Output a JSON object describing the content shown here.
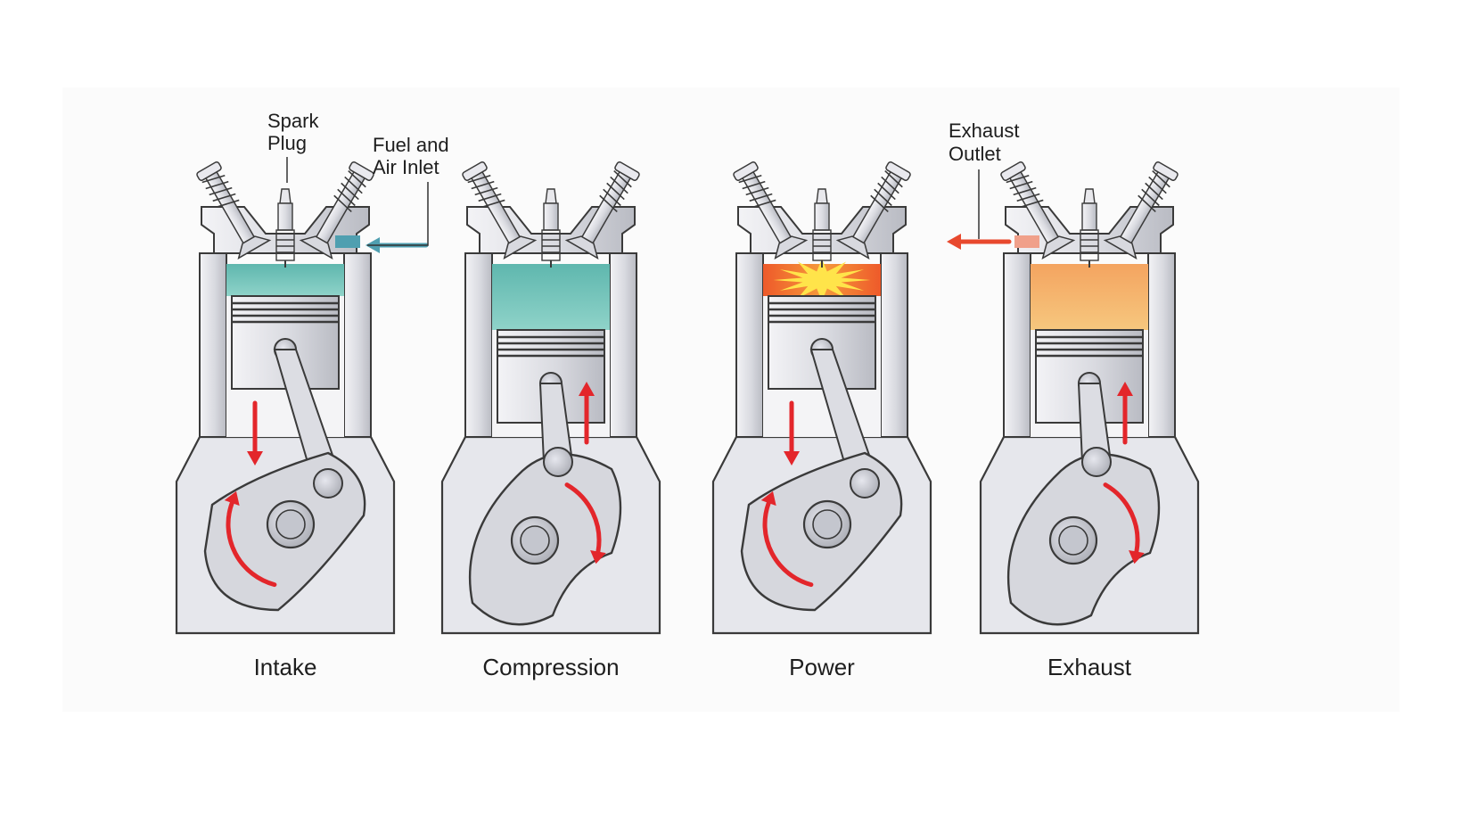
{
  "callouts": {
    "spark_plug": [
      "Spark",
      "Plug"
    ],
    "fuel_air_inlet": [
      "Fuel and",
      "Air Inlet"
    ],
    "exhaust_outlet": [
      "Exhaust",
      "Outlet"
    ]
  },
  "strokes": [
    {
      "label": "Intake",
      "charge": "fresh",
      "piston": "high",
      "arrow": "down",
      "crank": "ccw",
      "port": "intake"
    },
    {
      "label": "Compression",
      "charge": "fresh",
      "piston": "low",
      "arrow": "up",
      "crank": "cw",
      "port": "none"
    },
    {
      "label": "Power",
      "charge": "ignition",
      "piston": "high",
      "arrow": "down",
      "crank": "ccw",
      "port": "none"
    },
    {
      "label": "Exhaust",
      "charge": "burnt",
      "piston": "low",
      "arrow": "up",
      "crank": "cw",
      "port": "exhaust"
    }
  ],
  "colors": {
    "metal_fill": "#dcdde3",
    "metal_dark": "#9a9ca4",
    "outline": "#3a3a3a",
    "fresh_charge": "#6cc0b8",
    "burnt_charge": "#f2b267",
    "flame_outer": "#f07a30",
    "flame_core": "#ffe44a",
    "motion_arrow": "#e3262b",
    "intake_flow": "#4f9fb0",
    "exhaust_flow": "#e8492e"
  }
}
